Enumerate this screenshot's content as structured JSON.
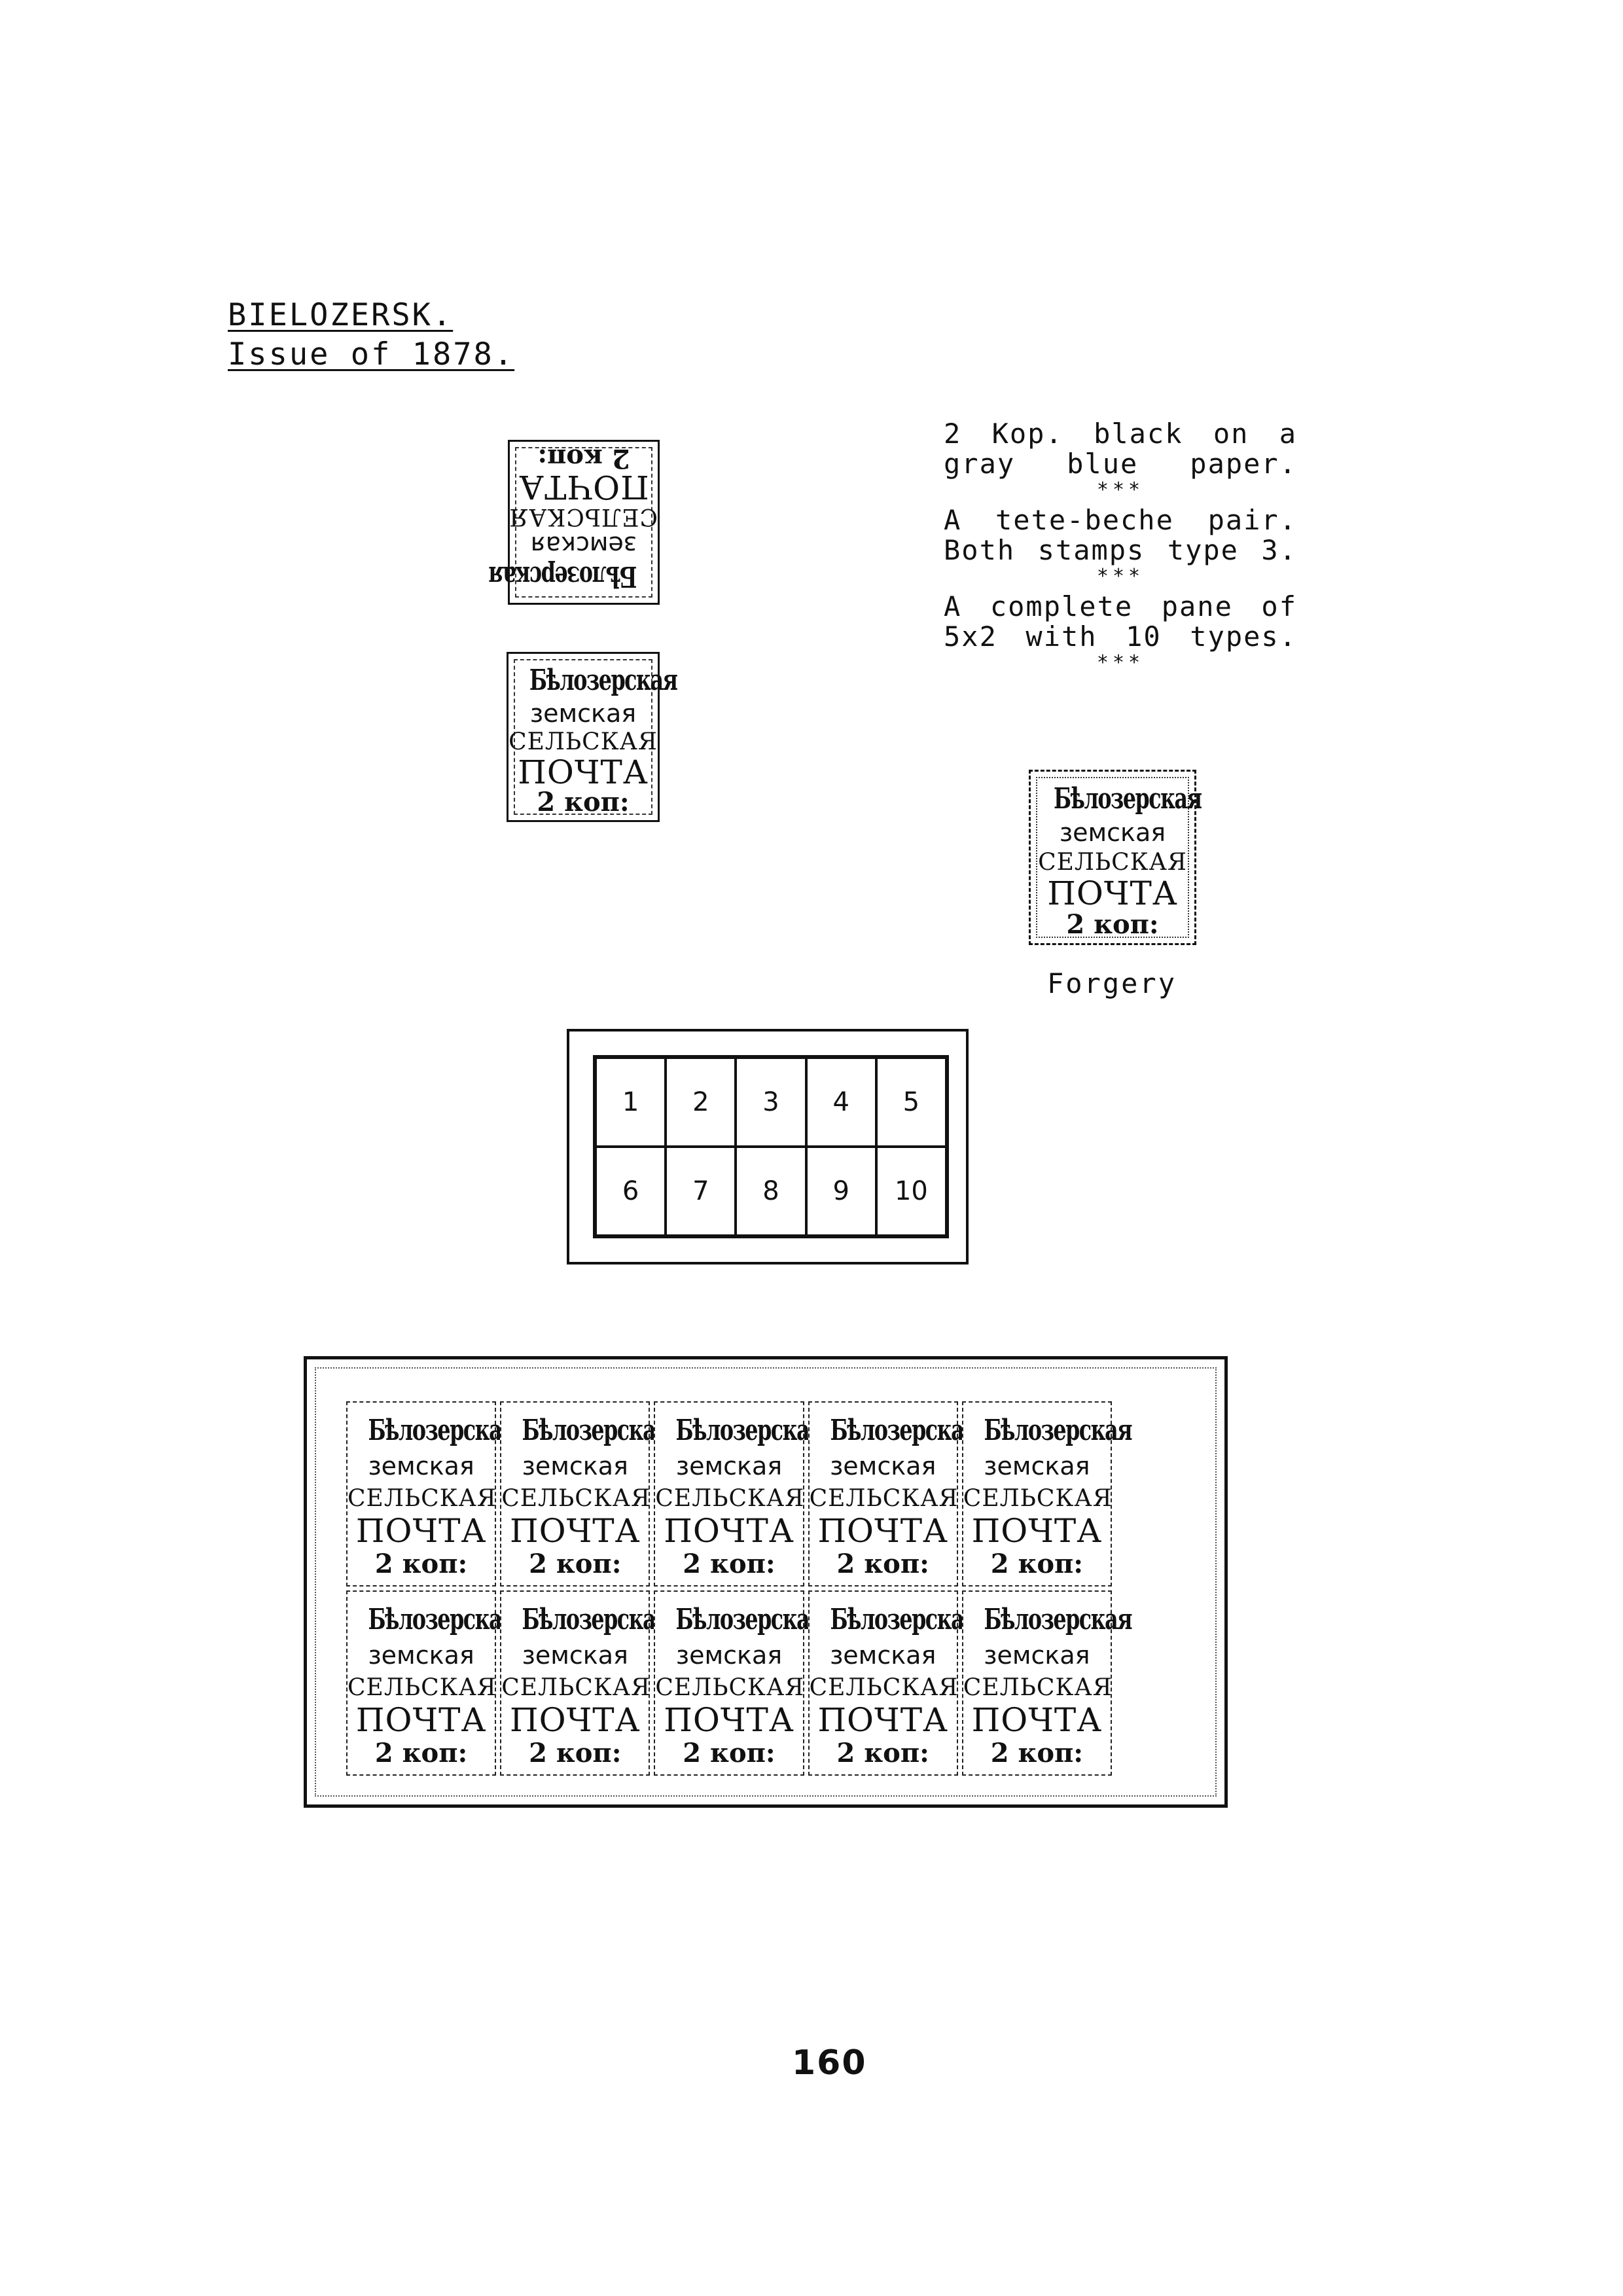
{
  "header": {
    "title": "BIELOZERSK.",
    "subtitle": "Issue of 1878."
  },
  "description": {
    "para1": "2 Kop. black on a gray blue paper.",
    "para2": "A tete-beche pair. Both stamps type 3.",
    "para3": "A complete pane of 5x2 with 10 types.",
    "separator": "***"
  },
  "stamp": {
    "line1": "Бѣлозерская",
    "line2": "земская",
    "line3": "СЕЛЬСКАЯ",
    "line4": "ПОЧТА",
    "line5": "2 коп:"
  },
  "forgery_label": "Forgery",
  "grid": {
    "cells": [
      "1",
      "2",
      "3",
      "4",
      "5",
      "6",
      "7",
      "8",
      "9",
      "10"
    ]
  },
  "page_number": "160"
}
